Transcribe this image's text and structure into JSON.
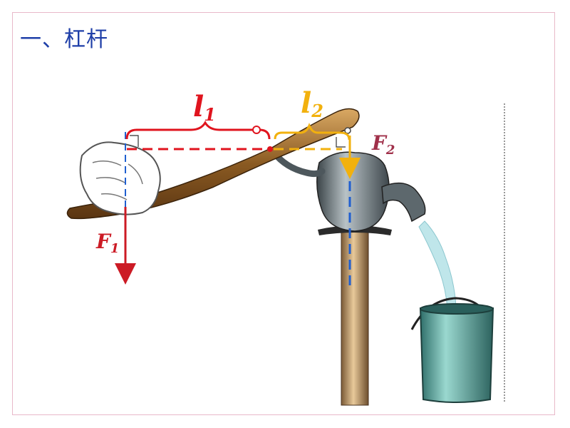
{
  "title": "一、杠杆",
  "labels": {
    "l1_main": "l",
    "l1_sub": "1",
    "l2_main": "l",
    "l2_sub": "2",
    "f1_main": "F",
    "f1_sub": "1",
    "f2_main": "F",
    "f2_sub": "2"
  },
  "colors": {
    "title": "#1f3fa8",
    "l1": "#e0141e",
    "l2": "#f2b10e",
    "f1": "#cc1b25",
    "f2": "#a0304a",
    "axis": "#1f5fd0",
    "lever": "#7a4a1a",
    "pump_body": "#6e7a80",
    "pipe": "#b8895a",
    "bucket": "#4fa8a0",
    "water": "#bfe6ea"
  }
}
